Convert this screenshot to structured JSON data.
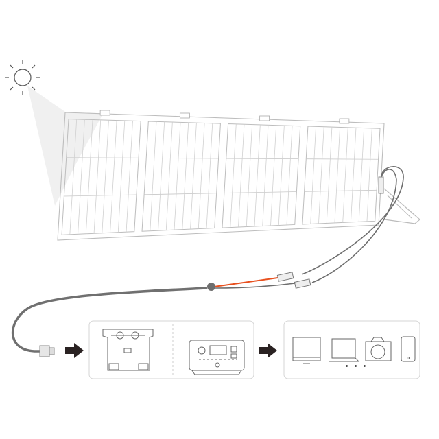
{
  "diagram": {
    "more_devices_label": "• • •",
    "colors": {
      "line": "#b8b8b8",
      "cable_gray": "#6e6e6e",
      "cable_red": "#e8501e",
      "arrow": "#2a2222",
      "box_border": "#d6d6d6"
    },
    "panel": {
      "sections": 4,
      "rows_per_section": 3,
      "strips_per_section": 9
    }
  }
}
